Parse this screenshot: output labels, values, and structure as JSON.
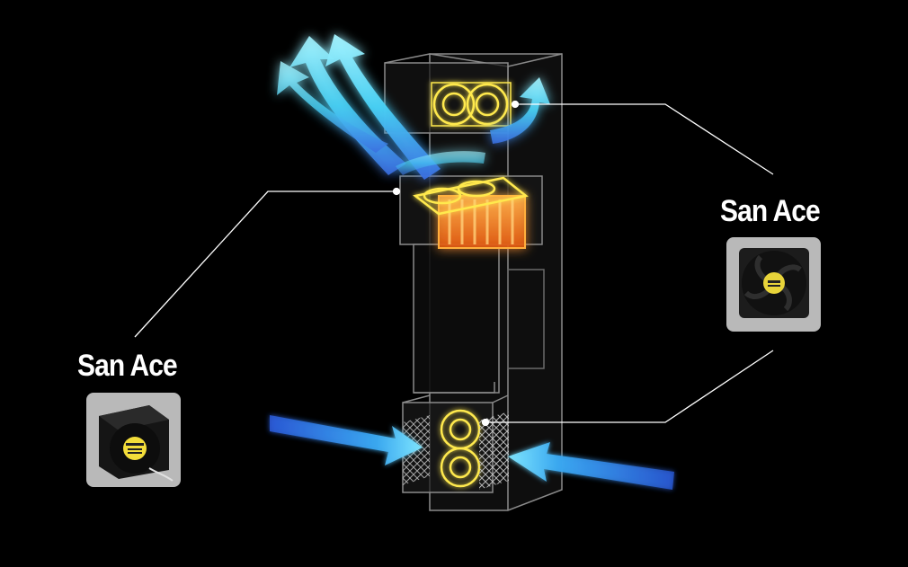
{
  "labels": {
    "right_brand": "San Ace",
    "left_brand": "San Ace"
  },
  "icons": {
    "right_product": "round-frame-fan-photo",
    "left_product": "square-frame-fan-photo"
  },
  "colors": {
    "background": "#000000",
    "airflow": "#37c7f0",
    "fan_highlight": "#ffe94d",
    "heat_source": "#ff8a1c",
    "cabinet_outline": "#9a9a9a",
    "callout_line": "#ffffff",
    "thumbnail_bg": "#b9b9b9"
  }
}
